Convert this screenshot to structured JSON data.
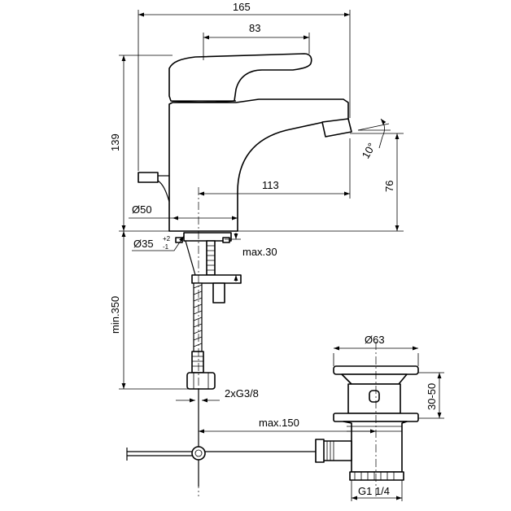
{
  "dimensions": {
    "total_width": "165",
    "lever_length": "83",
    "height": "139",
    "spout_reach": "113",
    "spout_height": "76",
    "spout_angle": "10°",
    "base_diameter": "Ø50",
    "hole_diameter": "Ø35",
    "hole_tol_plus": "+2",
    "hole_tol_minus": "-1",
    "deck_thickness": "max.30",
    "hose_length": "min.350",
    "connection": "2xG3/8",
    "pull_rod": "max.150",
    "waste_diameter": "Ø63",
    "waste_height": "30-50",
    "waste_thread": "G1 1/4"
  }
}
